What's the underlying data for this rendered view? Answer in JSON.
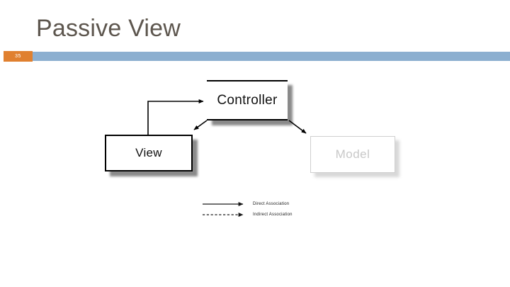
{
  "slide": {
    "title": "Passive View",
    "number": "35",
    "accent_orange": "#e0802f",
    "accent_blue": "#8cafd0",
    "title_color": "#5d564e",
    "background": "#ffffff"
  },
  "diagram": {
    "type": "mvc-passive-view",
    "nodes": [
      {
        "id": "view",
        "label": "View",
        "state": "active"
      },
      {
        "id": "controller",
        "label": "Controller",
        "state": "active"
      },
      {
        "id": "model",
        "label": "Model",
        "state": "faded"
      }
    ],
    "edges": [
      {
        "from": "view",
        "to": "controller",
        "style": "solid",
        "kind": "Direct Association"
      },
      {
        "from": "controller",
        "to": "view",
        "style": "solid",
        "kind": "Direct Association"
      },
      {
        "from": "controller",
        "to": "model",
        "style": "solid",
        "kind": "Direct Association"
      }
    ]
  },
  "legend": {
    "items": [
      {
        "label": "Direct Association",
        "style": "solid"
      },
      {
        "label": "Indirect Association",
        "style": "dashed"
      }
    ]
  }
}
